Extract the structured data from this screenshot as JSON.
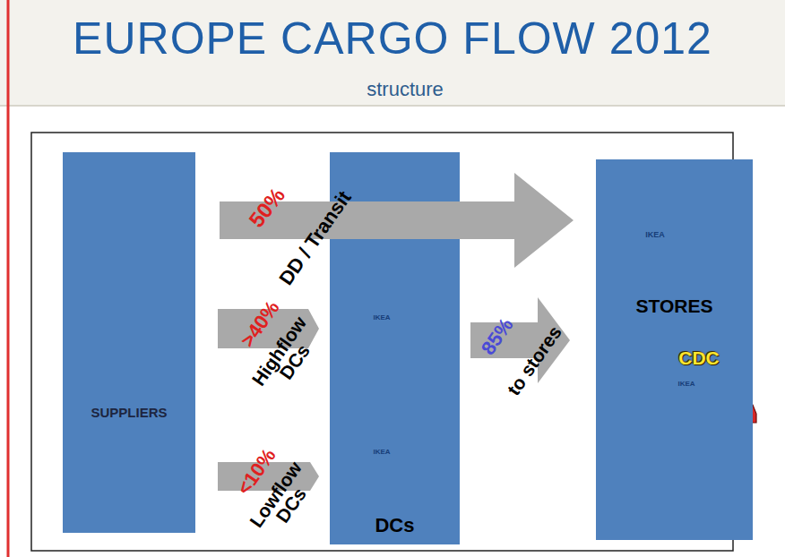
{
  "diagram": {
    "title": "EUROPE CARGO FLOW 2012",
    "nodes": [
      {
        "text": [
          "SUPPLIERS"
        ]
      },
      {
        "text": [
          "DCs"
        ]
      },
      {
        "text": [
          "STORES",
          "CDC"
        ]
      }
    ],
    "edges": [
      {
        "from": 0,
        "to": 2,
        "arrow": "to",
        "label": "DD / Transit"
      },
      {
        "from": 0,
        "to": 1,
        "arrow": "to",
        "label": "Highflow DCs"
      },
      {
        "from": 0,
        "to": 1,
        "arrow": "to",
        "label": "Lowflow DCs"
      },
      {
        "from": 1,
        "to": 2,
        "arrow": "to",
        "label": "to stores"
      }
    ],
    "labels": [
      "structure",
      "50%",
      ">40%",
      "<10%",
      "85%",
      "IKEA",
      "IKEA",
      "IKEA",
      "IKEA"
    ]
  }
}
